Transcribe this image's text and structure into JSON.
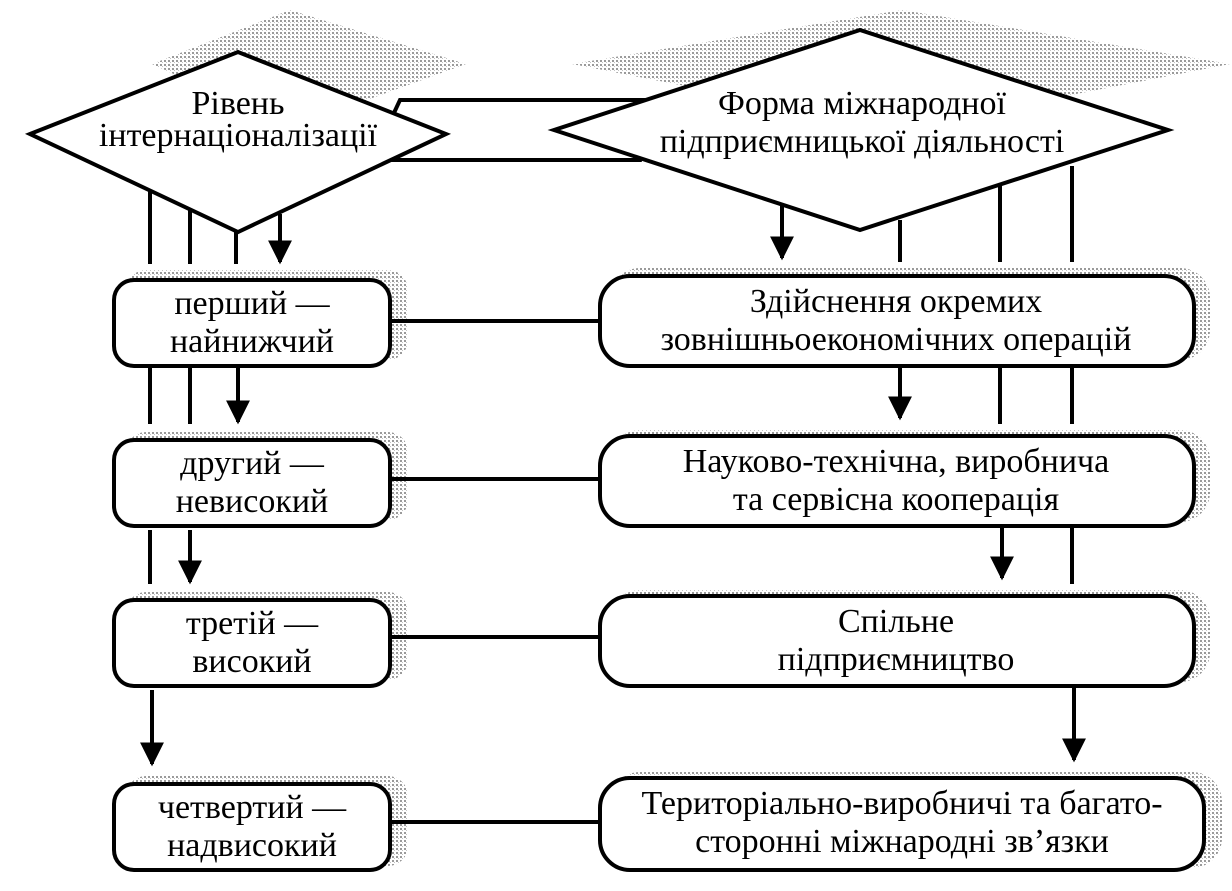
{
  "left_header": {
    "lines": [
      "Рівень",
      "інтернаціоналізації"
    ]
  },
  "right_header": {
    "lines": [
      "Форма міжнародної",
      "підприємницької діяльності"
    ]
  },
  "levels": [
    {
      "lines": [
        "перший —",
        "найнижчий"
      ]
    },
    {
      "lines": [
        "другий —",
        "невисокий"
      ]
    },
    {
      "lines": [
        "третій —",
        "високий"
      ]
    },
    {
      "lines": [
        "четвертий —",
        "надвисокий"
      ]
    }
  ],
  "forms": [
    {
      "lines": [
        "Здійснення окремих",
        "зовнішньоекономічних операцій"
      ]
    },
    {
      "lines": [
        "Науково-технічна, виробнича",
        "та сервісна кооперація"
      ]
    },
    {
      "lines": [
        "Спільне",
        "підприємництво"
      ]
    },
    {
      "lines": [
        "Територіально-виробничі та багато-",
        "сторонні міжнародні зв’язки"
      ]
    }
  ]
}
